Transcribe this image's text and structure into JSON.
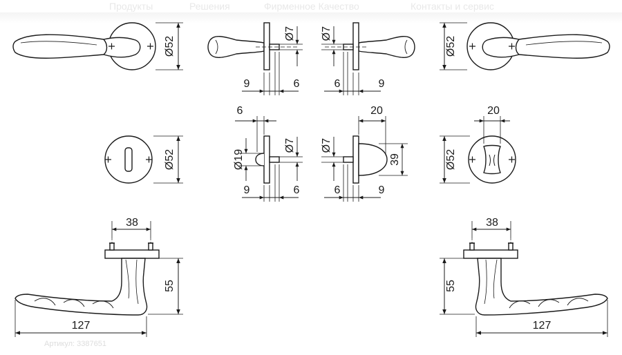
{
  "nav": {
    "items": [
      "Продукты",
      "Решения",
      "Фирменное Качество",
      "Контакты и сервис"
    ]
  },
  "article": "Артикул: 3387651",
  "colors": {
    "line": "#1a1a1a",
    "background": "#ffffff",
    "faded_text": "#e6e6e6"
  },
  "dims": {
    "rosette_diameter": "Ø52",
    "spindle": "Ø7",
    "rose_offset": "9",
    "spindle_offset": "6",
    "snib_offset": "6",
    "snib_width": "20",
    "snib_height": "39",
    "snib_diameter": "Ø19",
    "screw_spacing": "38",
    "lever_height": "55",
    "lever_length": "127"
  }
}
